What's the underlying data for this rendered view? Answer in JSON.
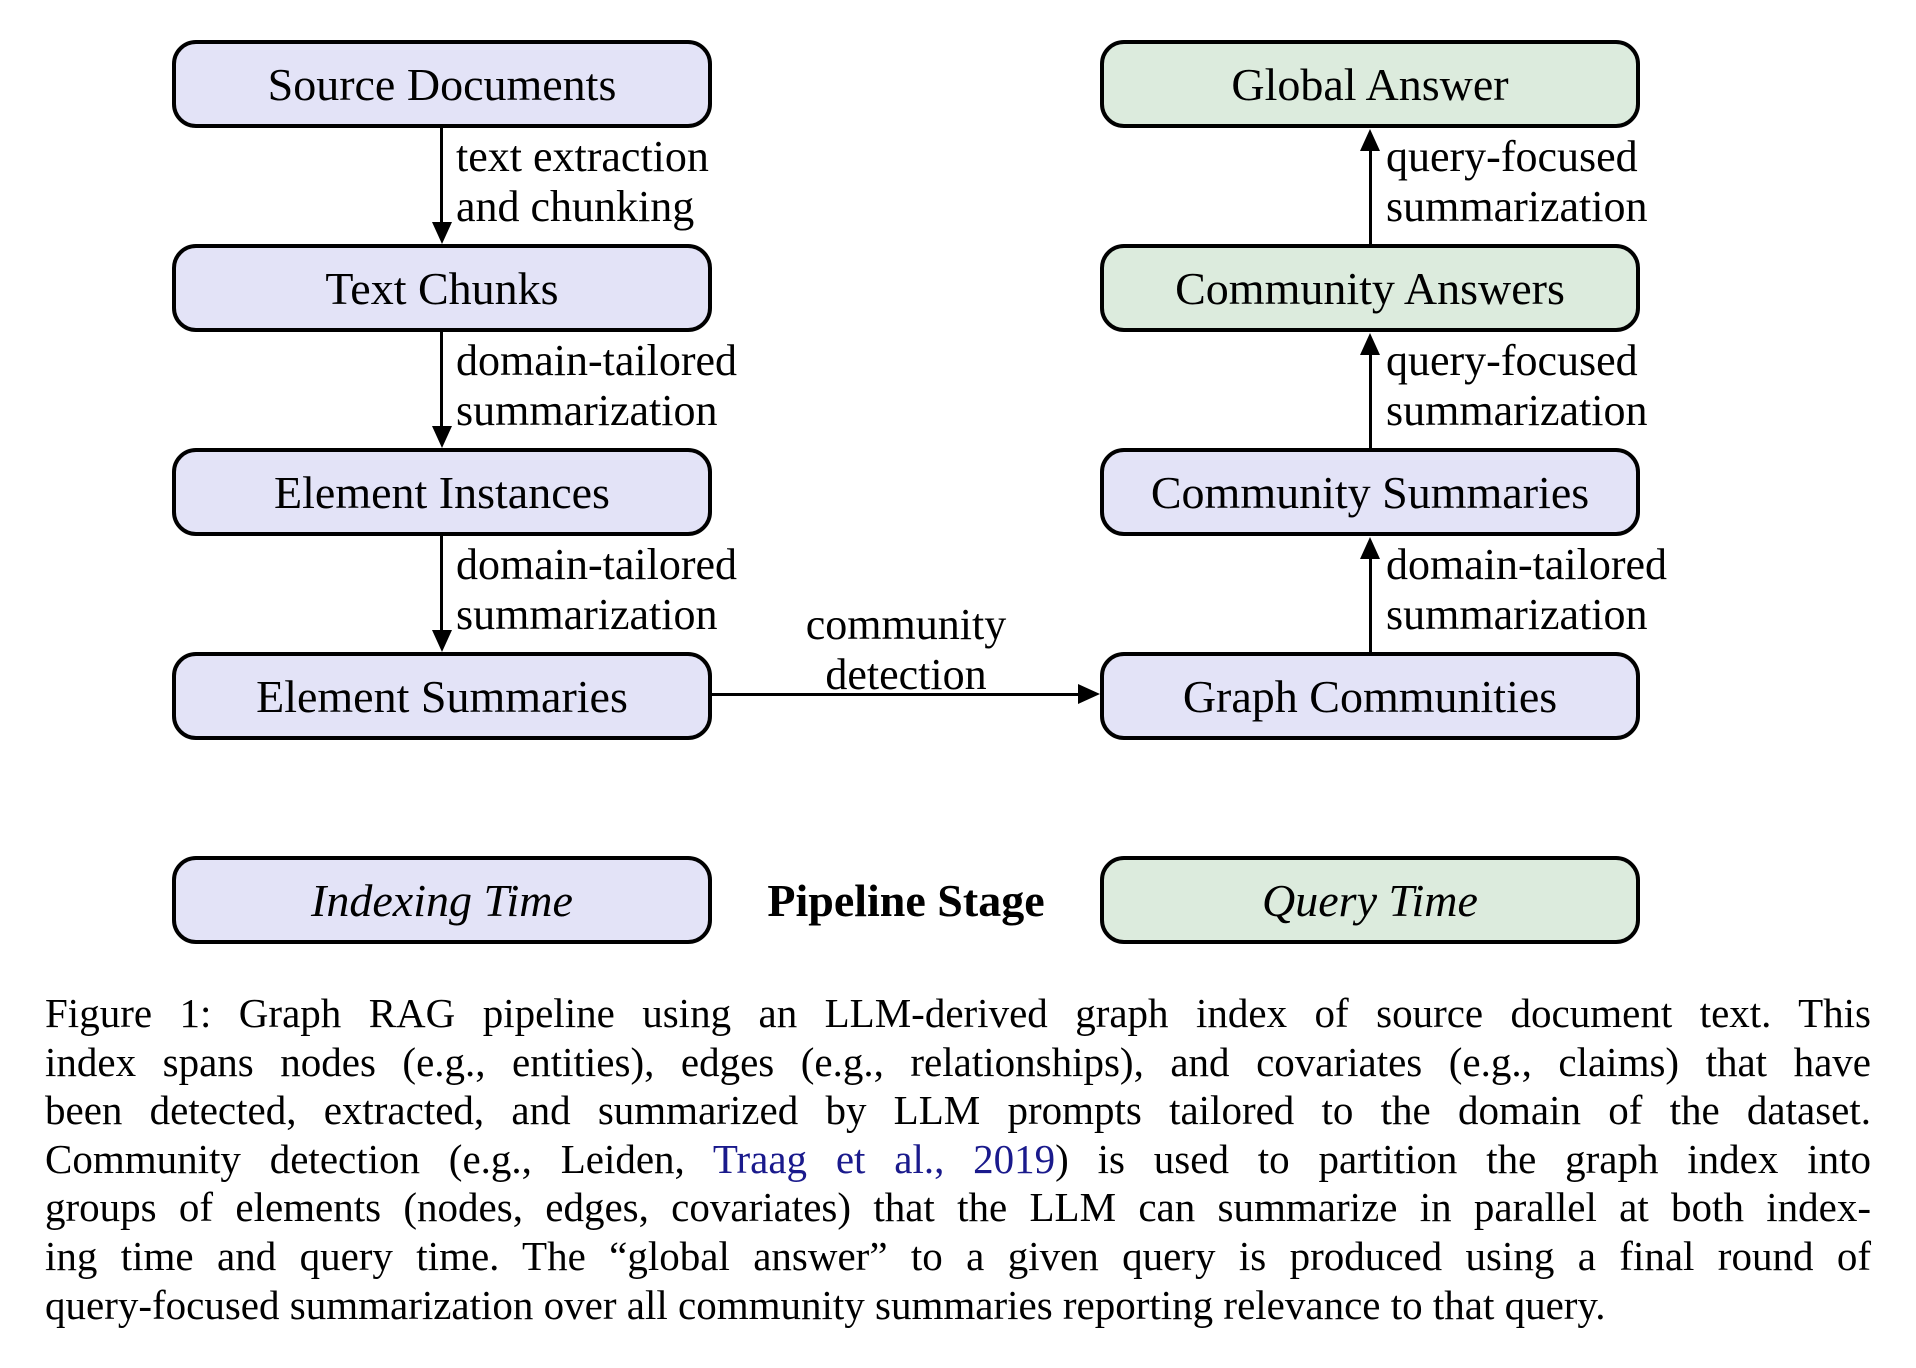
{
  "diagram": {
    "left_column": {
      "boxes": [
        {
          "label": "Source Documents"
        },
        {
          "label": "Text Chunks"
        },
        {
          "label": "Element Instances"
        },
        {
          "label": "Element Summaries"
        }
      ],
      "edge_labels": [
        {
          "line1": "text extraction",
          "line2": "and chunking"
        },
        {
          "line1": "domain-tailored",
          "line2": "summarization"
        },
        {
          "line1": "domain-tailored",
          "line2": "summarization"
        }
      ]
    },
    "right_column": {
      "boxes": [
        {
          "label": "Global Answer"
        },
        {
          "label": "Community Answers"
        },
        {
          "label": "Community Summaries"
        },
        {
          "label": "Graph Communities"
        }
      ],
      "edge_labels": [
        {
          "line1": "query-focused",
          "line2": "summarization"
        },
        {
          "line1": "query-focused",
          "line2": "summarization"
        },
        {
          "line1": "domain-tailored",
          "line2": "summarization"
        }
      ]
    },
    "cross_edge": {
      "line1": "community",
      "line2": "detection"
    },
    "legend": {
      "indexing_time": "Indexing Time",
      "pipeline_stage": "Pipeline Stage",
      "query_time": "Query Time"
    },
    "colors": {
      "index_fill": "#e3e3f7",
      "query_fill": "#dcebdd",
      "outline": "#000000"
    }
  },
  "caption": {
    "link_color": "#1a1a8c",
    "lines": [
      [
        {
          "t": "Figure 1: Graph RAG pipeline using an LLM-derived graph index of source document text. This"
        }
      ],
      [
        {
          "t": "index spans nodes (e.g., entities), edges (e.g., relationships), and covariates (e.g., claims) that have"
        }
      ],
      [
        {
          "t": "been detected, extracted, and summarized by LLM prompts tailored to the domain of the dataset."
        }
      ],
      [
        {
          "t": "Community detection (e.g., Leiden, "
        },
        {
          "t": "Traag et al., 2019",
          "link": true
        },
        {
          "t": ") is used to partition the graph index into"
        }
      ],
      [
        {
          "t": "groups of elements (nodes, edges, covariates) that the LLM can summarize in parallel at both index-"
        }
      ],
      [
        {
          "t": "ing time and query time. The “global answer” to a given query is produced using a final round of"
        }
      ],
      [
        {
          "t": "query-focused summarization over all community summaries reporting relevance to that query."
        }
      ]
    ]
  }
}
